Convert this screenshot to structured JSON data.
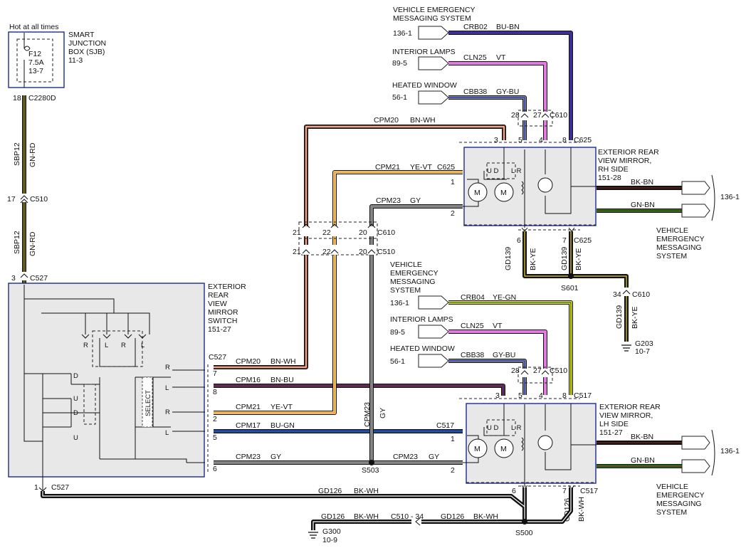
{
  "colors": {
    "wire_border": "#1a1a1a",
    "gn": "#1e7a1e",
    "rd": "#d62020",
    "bn": "#7a2a14",
    "wh": "#ffffff",
    "ye": "#f2d62a",
    "vt": "#e07ce0",
    "bu": "#2233cc",
    "gy": "#858585",
    "bk": "#1a1a1a",
    "module_border": "#1d2a8c",
    "module_fill": "#e8e8e8"
  },
  "sjb": {
    "hot_label": "Hot at all times",
    "title_lines": [
      "SMART",
      "JUNCTION",
      "BOX (SJB)",
      "11-3"
    ],
    "fuse_id": "F12",
    "fuse_rating": "7.5A",
    "fuse_ref": "13-7",
    "pin": "18",
    "connector": "C2280D"
  },
  "feed": {
    "circuit": "SBP12",
    "color_code": "GN-RD",
    "c510_pin": "17",
    "c510": "C510",
    "c527_pin": "3",
    "c527": "C527"
  },
  "switch": {
    "title_lines": [
      "EXTERIOR",
      "REAR",
      "VIEW",
      "MIRROR",
      "SWITCH",
      "151-27"
    ],
    "connector": "C527",
    "select_label": "SELECT",
    "pos_labels": {
      "r": "R",
      "l": "L",
      "d": "D",
      "u": "U"
    },
    "ground_pin": "1",
    "ground_connector": "C527"
  },
  "switch_circuits": [
    {
      "pin": "7",
      "circuit": "CPM20",
      "color_code": "BN-WH"
    },
    {
      "pin": "8",
      "circuit": "CPM16",
      "color_code": "BN-BU"
    },
    {
      "pin": "2",
      "circuit": "CPM21",
      "color_code": "YE-VT"
    },
    {
      "pin": "5",
      "circuit": "CPM17",
      "color_code": "BU-GN"
    },
    {
      "pin": "6",
      "circuit": "CPM23",
      "color_code": "GY"
    }
  ],
  "inline_connectors": {
    "upper": "C610",
    "lower": "C510",
    "pins": [
      "21",
      "22",
      "20"
    ]
  },
  "rh_mirror": {
    "title_lines": [
      "EXTERIOR REAR",
      "VIEW MIRROR,",
      "RH SIDE",
      "151-28"
    ],
    "cpm20": {
      "circuit": "CPM20",
      "color_code": "BN-WH",
      "pin": "3"
    },
    "cpm21": {
      "circuit": "CPM21",
      "color_code": "YE-VT",
      "pin": "1",
      "connector": "C625"
    },
    "cpm23": {
      "circuit": "CPM23",
      "color_code": "GY",
      "pin": "2"
    },
    "pins_top": [
      "3",
      "5",
      "4",
      "8"
    ],
    "connector_top": "C625",
    "c610_pins": [
      "28",
      "27"
    ],
    "c610": "C610",
    "upd": "U D",
    "lr": "L R",
    "m": "M",
    "bk_bn": "BK-BN",
    "gn_bn": "GN-BN",
    "ground_pins": [
      "6",
      "7"
    ],
    "ground_connector": "C625",
    "gd139": "GD139",
    "bk_ye": "BK-YE",
    "vems": "136-1"
  },
  "rh_inputs": {
    "vems_lines": [
      "VEHICLE EMERGENCY",
      "MESSAGING SYSTEM"
    ],
    "vems_ref": "136-1",
    "vems_circuit": "CRB02",
    "vems_color": "BU-BN",
    "lamps_title": "INTERIOR LAMPS",
    "lamps_ref": "89-5",
    "lamps_circuit": "CLN25",
    "lamps_color": "VT",
    "heated_title": "HEATED WINDOW",
    "heated_ref": "56-1",
    "heated_circuit": "CBB38",
    "heated_color": "GY-BU"
  },
  "s601": {
    "label": "S601",
    "pin": "34",
    "connector": "C610",
    "circuit": "GD139",
    "color_code": "BK-YE",
    "ground": "G203",
    "ground_ref": "10-7"
  },
  "lh_inputs": {
    "vems_lines": [
      "VEHICLE",
      "EMERGENCY",
      "MESSAGING",
      "SYSTEM"
    ],
    "vems_ref": "136-1",
    "vems_circuit": "CRB04",
    "vems_color": "YE-GN",
    "lamps_title": "INTERIOR LAMPS",
    "lamps_ref": "89-5",
    "lamps_circuit": "CLN25",
    "lamps_color": "VT",
    "heated_title": "HEATED WINDOW",
    "heated_ref": "56-1",
    "heated_circuit": "CBB38",
    "heated_color": "GY-BU",
    "c510_pins": [
      "28",
      "27"
    ],
    "c510": "C510"
  },
  "lh_mirror": {
    "title_lines": [
      "EXTERIOR REAR",
      "VIEW MIRROR,",
      "LH SIDE",
      "151-27"
    ],
    "pins_top": [
      "3",
      "5",
      "4",
      "8"
    ],
    "connector_top": "C517",
    "c517": "C517",
    "pin1": "1",
    "pin2": "2",
    "upd": "U D",
    "lr": "L R",
    "m": "M",
    "bk_bn": "BK-BN",
    "gn_bn": "GN-BN",
    "ground_pins": [
      "6",
      "7"
    ],
    "ground_connector": "C517",
    "gd126": "GD126",
    "bk_wh": "BK-WH",
    "vems": "136-1"
  },
  "s503": {
    "label": "S503",
    "cpm23": "CPM23",
    "gy": "GY"
  },
  "vems_right": {
    "lines": [
      "VEHICLE",
      "EMERGENCY",
      "MESSAGING",
      "SYSTEM"
    ]
  },
  "ground_bottom": {
    "circuit": "GD126",
    "color_code": "BK-WH",
    "c510_label": "C510 - 34",
    "s500": "S500",
    "g300": "G300",
    "g300_ref": "10-9"
  }
}
